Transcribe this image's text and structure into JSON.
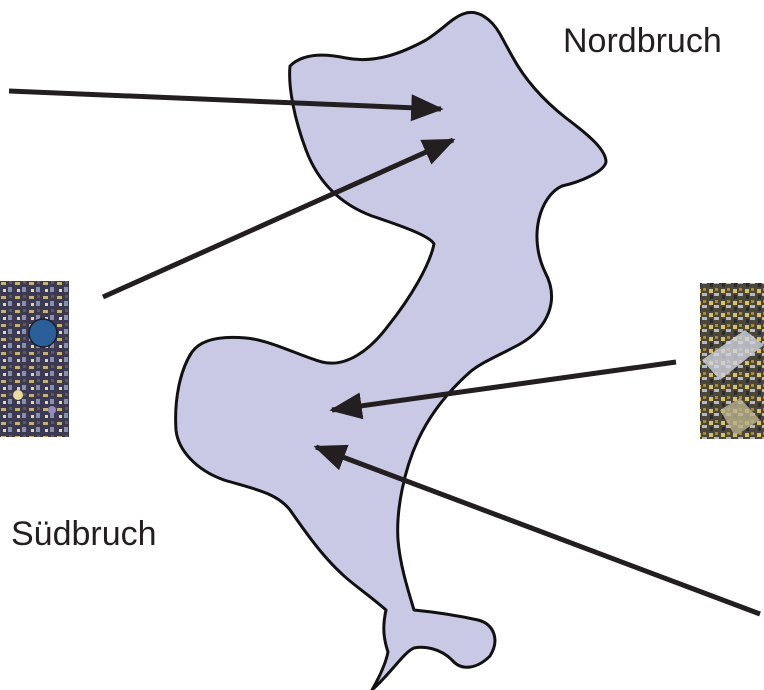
{
  "labels": {
    "north": "Nordbruch",
    "south": "Südbruch"
  },
  "colors": {
    "quarry_fill": "#c9c9e6",
    "outline": "#111111",
    "arrow": "#231f20",
    "text": "#231f20"
  },
  "thumbnails": [
    {
      "name": "thin-section-left",
      "depicts": "polarized thin-section micrograph"
    },
    {
      "name": "thin-section-right",
      "depicts": "polarized thin-section micrograph"
    }
  ]
}
